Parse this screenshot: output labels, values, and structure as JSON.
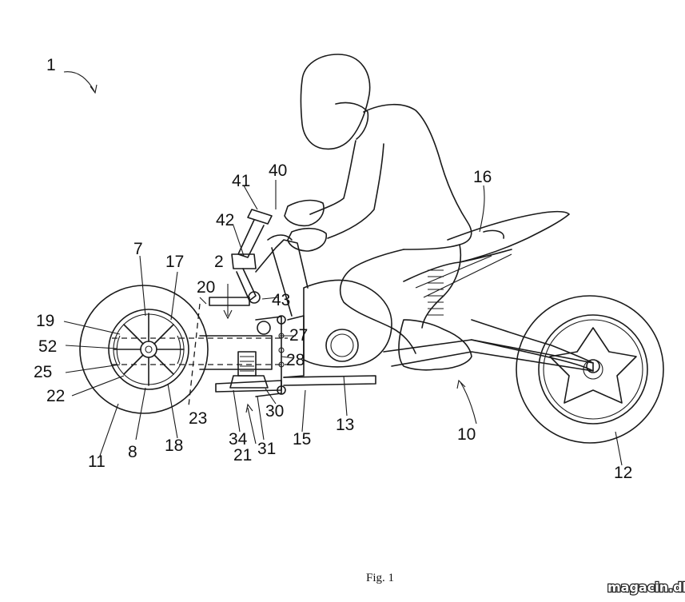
{
  "figure": {
    "caption": "Fig. 1",
    "watermark": "magacin.dk"
  },
  "callouts": {
    "n1": "1",
    "n2": "2",
    "n7": "7",
    "n8": "8",
    "n10": "10",
    "n11": "11",
    "n12": "12",
    "n13": "13",
    "n15": "15",
    "n16": "16",
    "n17": "17",
    "n18": "18",
    "n19": "19",
    "n20": "20",
    "n21": "21",
    "n22": "22",
    "n23": "23",
    "n25": "25",
    "n27": "27",
    "n28": "28",
    "n30": "30",
    "n31": "31",
    "n34": "34",
    "n40": "40",
    "n41": "41",
    "n42": "42",
    "n43": "43",
    "n52": "52"
  }
}
